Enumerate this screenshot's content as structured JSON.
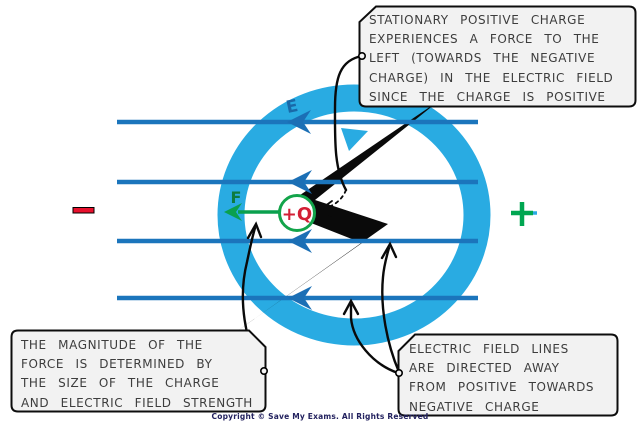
{
  "callouts": {
    "top": {
      "lines": [
        "STATIONARY POSITIVE CHARGE",
        "EXPERIENCES A FORCE TO THE",
        "LEFT (TOWARDS THE NEGATIVE",
        "CHARGE) IN THE ELECTRIC FIELD",
        "SINCE THE CHARGE IS POSITIVE"
      ]
    },
    "bottom_left": {
      "lines": [
        "THE MAGNITUDE OF THE",
        "FORCE IS DETERMINED BY",
        "THE SIZE OF THE CHARGE",
        "AND ELECTRIC FIELD STRENGTH"
      ]
    },
    "bottom_right": {
      "lines": [
        "ELECTRIC FIELD LINES",
        "ARE DIRECTED AWAY",
        "FROM POSITIVE TOWARDS",
        "NEGATIVE CHARGE"
      ]
    }
  },
  "labels": {
    "charge": "+Q",
    "force": "F",
    "field": "E"
  },
  "symbols": {
    "negative": "-",
    "positive": "+"
  },
  "colors": {
    "field_line_blue": "#1b75bc",
    "arrowhead_blue": "#1b6fb5",
    "watermark_blue": "#29abe2",
    "force_green": "#00a651",
    "charge_red": "#e8112d",
    "box_fill": "#f2f2f2",
    "text_gray": "#3d3d3d"
  },
  "footer": {
    "copyright": "Copyright © Save My Exams. All Rights Reserved"
  }
}
